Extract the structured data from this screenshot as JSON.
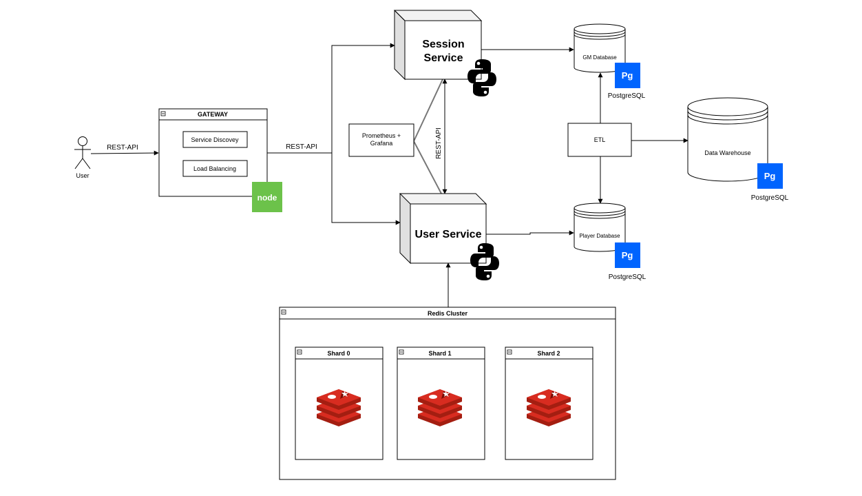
{
  "user": {
    "label": "User"
  },
  "edges": {
    "user_to_gateway": "REST-API",
    "gateway_out": "REST-API",
    "session_user": "REST-API"
  },
  "gateway": {
    "title": "GATEWAY",
    "items": [
      "Service Discovey",
      "Load Balancing"
    ],
    "logo_text": "node"
  },
  "session_service": {
    "line1": "Session",
    "line2": "Service"
  },
  "user_service": {
    "label": "User Service"
  },
  "monitoring": {
    "line1": "Prometheus +",
    "line2": "Grafana"
  },
  "etl": {
    "label": "ETL"
  },
  "databases": {
    "gm": {
      "label": "GM Database",
      "tech": "PostgreSQL"
    },
    "player": {
      "label": "Player Database",
      "tech": "PostgreSQL"
    },
    "warehouse": {
      "label": "Data Warehouse",
      "tech": "PostgreSQL"
    },
    "badge": "Pg"
  },
  "redis": {
    "title": "Redis Cluster",
    "shards": [
      "Shard 0",
      "Shard 1",
      "Shard 2"
    ]
  },
  "colors": {
    "pg_blue": "#0064fe",
    "node_green": "#6cc24a",
    "redis_red": "#a41e11",
    "redis_top": "#d82c20"
  },
  "icons": {
    "python": "python-icon",
    "redis": "redis-icon",
    "node": "nodejs-icon",
    "postgres": "postgresql-icon",
    "user": "user-actor-icon"
  }
}
